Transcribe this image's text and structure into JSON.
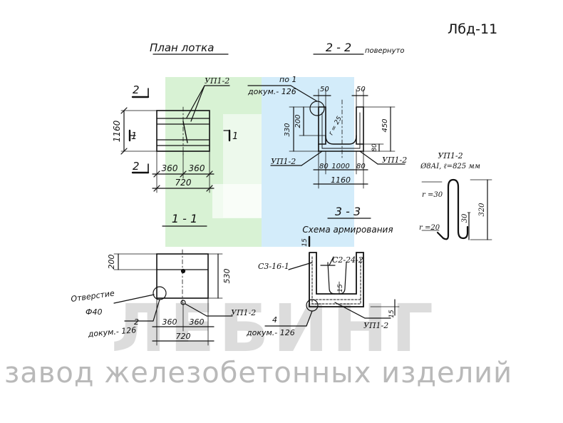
{
  "sheet": {
    "code": "Лбд-11",
    "watermark": "ЛЕБИНГ",
    "factory": "завод железобетонных изделий"
  },
  "plan": {
    "title": "План лотка",
    "ref": "УП1-2",
    "d1": "1160",
    "d2": "360",
    "d3": "360",
    "total": "720",
    "sec2a": "2",
    "sec2b": "2",
    "sec1a": "1",
    "sec1b": "1"
  },
  "s22": {
    "title": "2 - 2",
    "note": "повернуто",
    "ref": "по 1",
    "doc": "докум.- 126",
    "w1": "50",
    "w2": "50",
    "h1": "200",
    "h2": "330",
    "h3": "450",
    "r": "r = 25",
    "b1": "80",
    "b2": "1000",
    "b3": "80",
    "total": "1160",
    "h4": "80",
    "upl": "УП1-2",
    "upr": "УП1-2"
  },
  "up": {
    "title": "УП1-2",
    "spec": "Ø8АI, ℓ=825 мм",
    "r1": "r =30",
    "r2": "r =20",
    "d1": "30",
    "d2": "320"
  },
  "s11": {
    "title": "1 - 1",
    "h1": "200",
    "h2": "530",
    "hole": "Отверстие",
    "hole2": "Ф40",
    "ref": "2",
    "doc": "докум.- 126",
    "w1": "360",
    "w2": "360",
    "total": "720",
    "up": "УП1-2"
  },
  "s33": {
    "title": "3 - 3",
    "subtitle": "Схема армирования",
    "c1": "С3-16-1",
    "c2": "С2-24-2",
    "d1": "15",
    "d2": "15",
    "d3": "15",
    "ref": "4",
    "doc": "докум.- 126",
    "up": "УП1-2"
  }
}
